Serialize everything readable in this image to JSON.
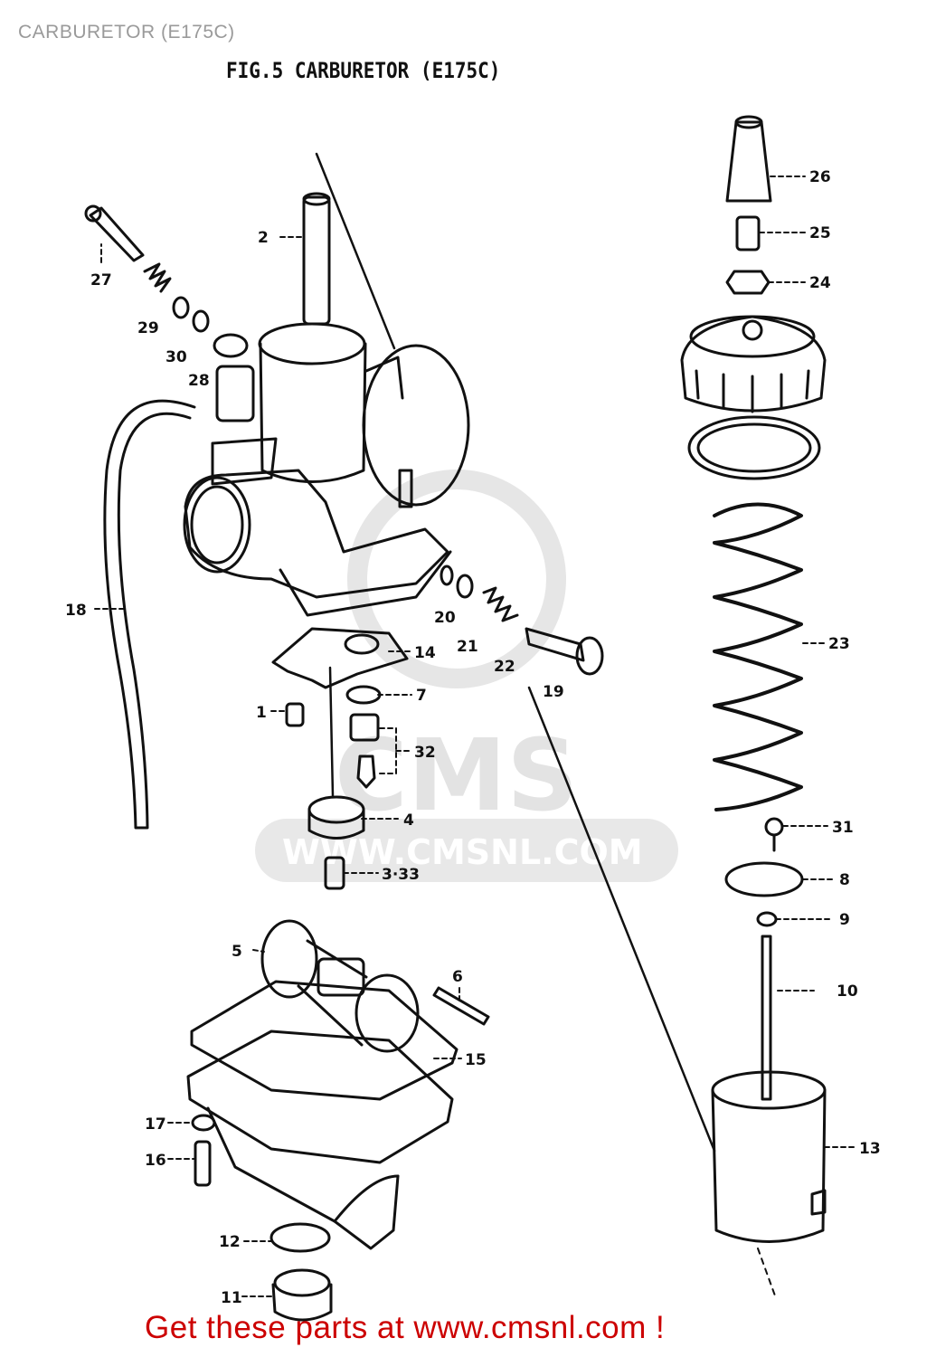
{
  "page": {
    "title": "CARBURETOR (E175C)",
    "figure_caption": "FIG.5 CARBURETOR (E175C)",
    "footer_link": "Get these parts at www.cmsnl.com !"
  },
  "watermark": {
    "brand": "CMS",
    "url": "WWW.CMSNL.COM"
  },
  "callouts": [
    {
      "id": "p1",
      "label": "1"
    },
    {
      "id": "p2",
      "label": "2"
    },
    {
      "id": "p3",
      "label": "3·33"
    },
    {
      "id": "p4",
      "label": "4"
    },
    {
      "id": "p5",
      "label": "5"
    },
    {
      "id": "p6",
      "label": "6"
    },
    {
      "id": "p7",
      "label": "7"
    },
    {
      "id": "p8",
      "label": "8"
    },
    {
      "id": "p9",
      "label": "9"
    },
    {
      "id": "p10",
      "label": "10"
    },
    {
      "id": "p11",
      "label": "11"
    },
    {
      "id": "p12",
      "label": "12"
    },
    {
      "id": "p13",
      "label": "13"
    },
    {
      "id": "p14",
      "label": "14"
    },
    {
      "id": "p15",
      "label": "15"
    },
    {
      "id": "p16",
      "label": "16"
    },
    {
      "id": "p17",
      "label": "17"
    },
    {
      "id": "p18",
      "label": "18"
    },
    {
      "id": "p19",
      "label": "19"
    },
    {
      "id": "p20",
      "label": "20"
    },
    {
      "id": "p21",
      "label": "21"
    },
    {
      "id": "p22",
      "label": "22"
    },
    {
      "id": "p23",
      "label": "23"
    },
    {
      "id": "p24",
      "label": "24"
    },
    {
      "id": "p25",
      "label": "25"
    },
    {
      "id": "p26",
      "label": "26"
    },
    {
      "id": "p27",
      "label": "27"
    },
    {
      "id": "p28",
      "label": "28"
    },
    {
      "id": "p29",
      "label": "29"
    },
    {
      "id": "p30",
      "label": "30"
    },
    {
      "id": "p31",
      "label": "31"
    },
    {
      "id": "p32",
      "label": "32"
    }
  ],
  "colors": {
    "ink": "#111111",
    "watermark": "#e6e6e6",
    "footer_link": "#cc0000",
    "title": "#9a9a9a"
  }
}
